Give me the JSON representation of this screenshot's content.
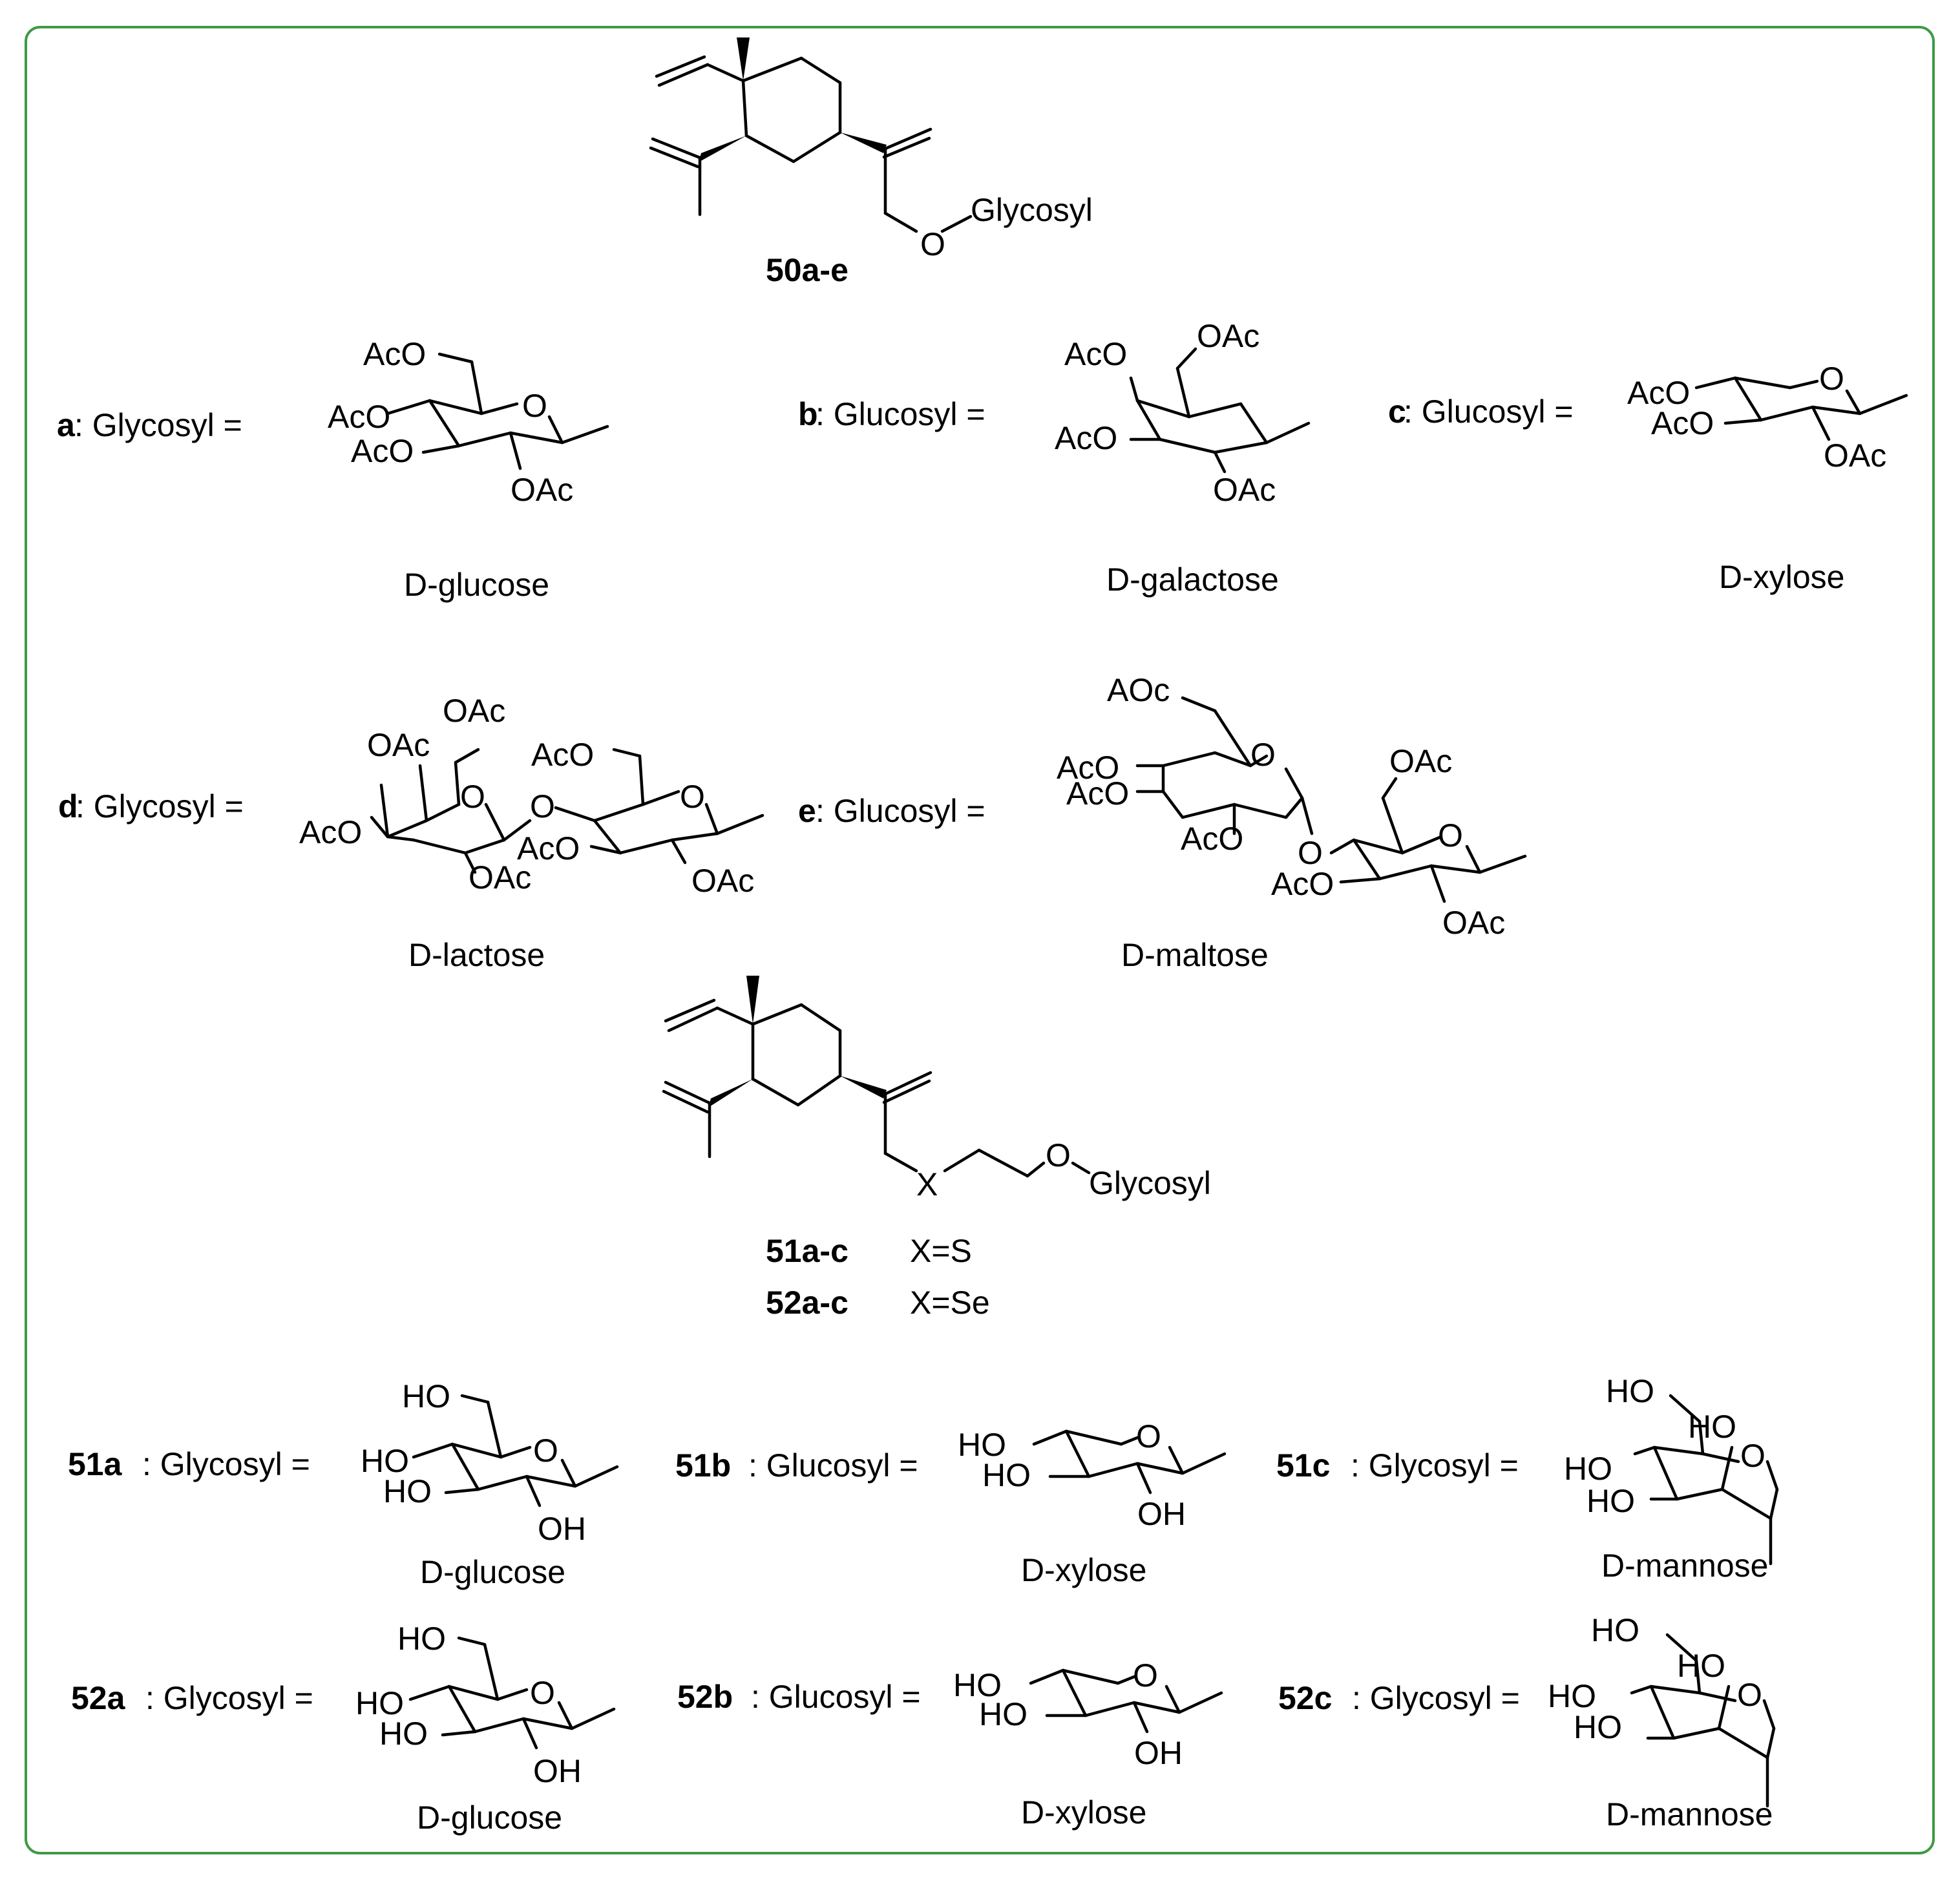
{
  "colors": {
    "frame": "#3e9a45",
    "ink": "#000000",
    "background": "#ffffff"
  },
  "scaffolds": [
    {
      "id": "50",
      "label": "50a-e",
      "substituent": "Glycosyl",
      "atom": "O"
    },
    {
      "id": "51_52",
      "labels": [
        "51a-c",
        "52a-c"
      ],
      "x_values": [
        "X=S",
        "X=Se"
      ],
      "substituent": "Glycosyl",
      "atoms": [
        "X",
        "O"
      ]
    }
  ],
  "glycosyl_50": [
    {
      "letter": "a",
      "prefix": ": Glycosyl =",
      "sugar": "D-glucose",
      "groups": [
        "AcO",
        "AcO",
        "AcO",
        "O",
        "OAc"
      ]
    },
    {
      "letter": "b",
      "prefix": ": Glucosyl =",
      "sugar": "D-galactose",
      "groups": [
        "AcO",
        "OAc",
        "AcO",
        "OAc"
      ]
    },
    {
      "letter": "c",
      "prefix": ": Glucosyl =",
      "sugar": "D-xylose",
      "groups": [
        "AcO",
        "O",
        "AcO",
        "OAc"
      ]
    },
    {
      "letter": "d",
      "prefix": ": Glycosyl =",
      "sugar": "D-lactose",
      "groups": [
        "OAc",
        "OAc",
        "AcO",
        "O",
        "O",
        "O",
        "AcO",
        "AcO",
        "OAc",
        "OAc"
      ]
    },
    {
      "letter": "e",
      "prefix": ": Glucosyl =",
      "sugar": "D-maltose",
      "groups": [
        "AOc",
        "O",
        "AcO",
        "AcO",
        "AcO",
        "O",
        "OAc",
        "O",
        "AcO",
        "OAc"
      ]
    }
  ],
  "glycosyl_51_52": [
    {
      "compound": "51a",
      "prefix": ": Glycosyl =",
      "sugar": "D-glucose",
      "groups": [
        "HO",
        "O",
        "HO",
        "HO",
        "OH"
      ]
    },
    {
      "compound": "51b",
      "prefix": ": Glucosyl =",
      "sugar": "D-xylose",
      "groups": [
        "HO",
        "O",
        "HO",
        "OH"
      ]
    },
    {
      "compound": "51c",
      "prefix": ":  Glycosyl =",
      "sugar": "D-mannose",
      "groups": [
        "HO",
        "HO",
        "O",
        "HO",
        "HO"
      ]
    },
    {
      "compound": "52a",
      "prefix": ": Glycosyl =",
      "sugar": "D-glucose",
      "groups": [
        "HO",
        "O",
        "HO",
        "HO",
        "OH"
      ]
    },
    {
      "compound": "52b",
      "prefix": ": Glucosyl =",
      "sugar": "D-xylose",
      "groups": [
        "HO",
        "O",
        "HO",
        "OH"
      ]
    },
    {
      "compound": "52c",
      "prefix": ":  Glycosyl =",
      "sugar": "D-mannose",
      "groups": [
        "HO",
        "HO",
        "O",
        "HO",
        "HO"
      ]
    }
  ]
}
